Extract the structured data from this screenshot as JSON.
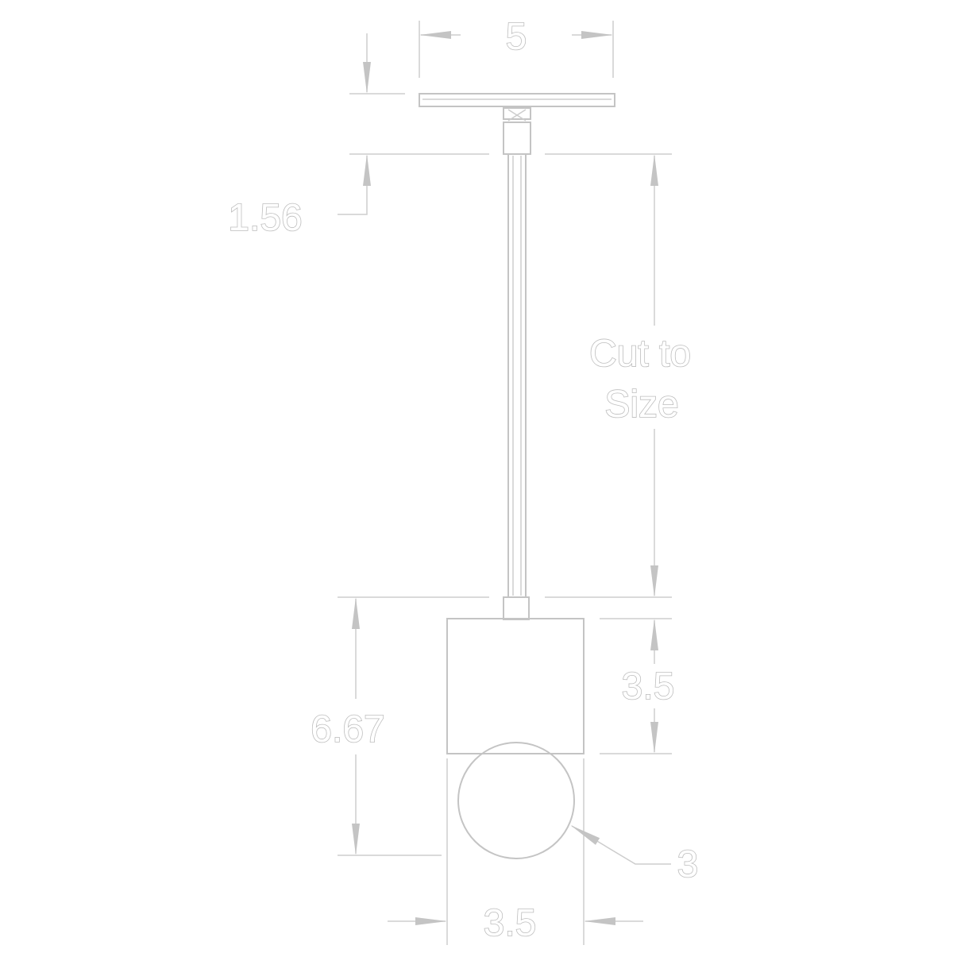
{
  "dimensions": {
    "canopy_width": "5",
    "stem_offset": "1.56",
    "stem_length_line1": "Cut to",
    "stem_length_line2": "Size",
    "shade_height": "3.5",
    "overall_fixture_height": "6.67",
    "globe_diameter": "3",
    "shade_width": "3.5"
  },
  "colors": {
    "line": "#c4c4c4",
    "text_outline": "#bdbdbd"
  }
}
